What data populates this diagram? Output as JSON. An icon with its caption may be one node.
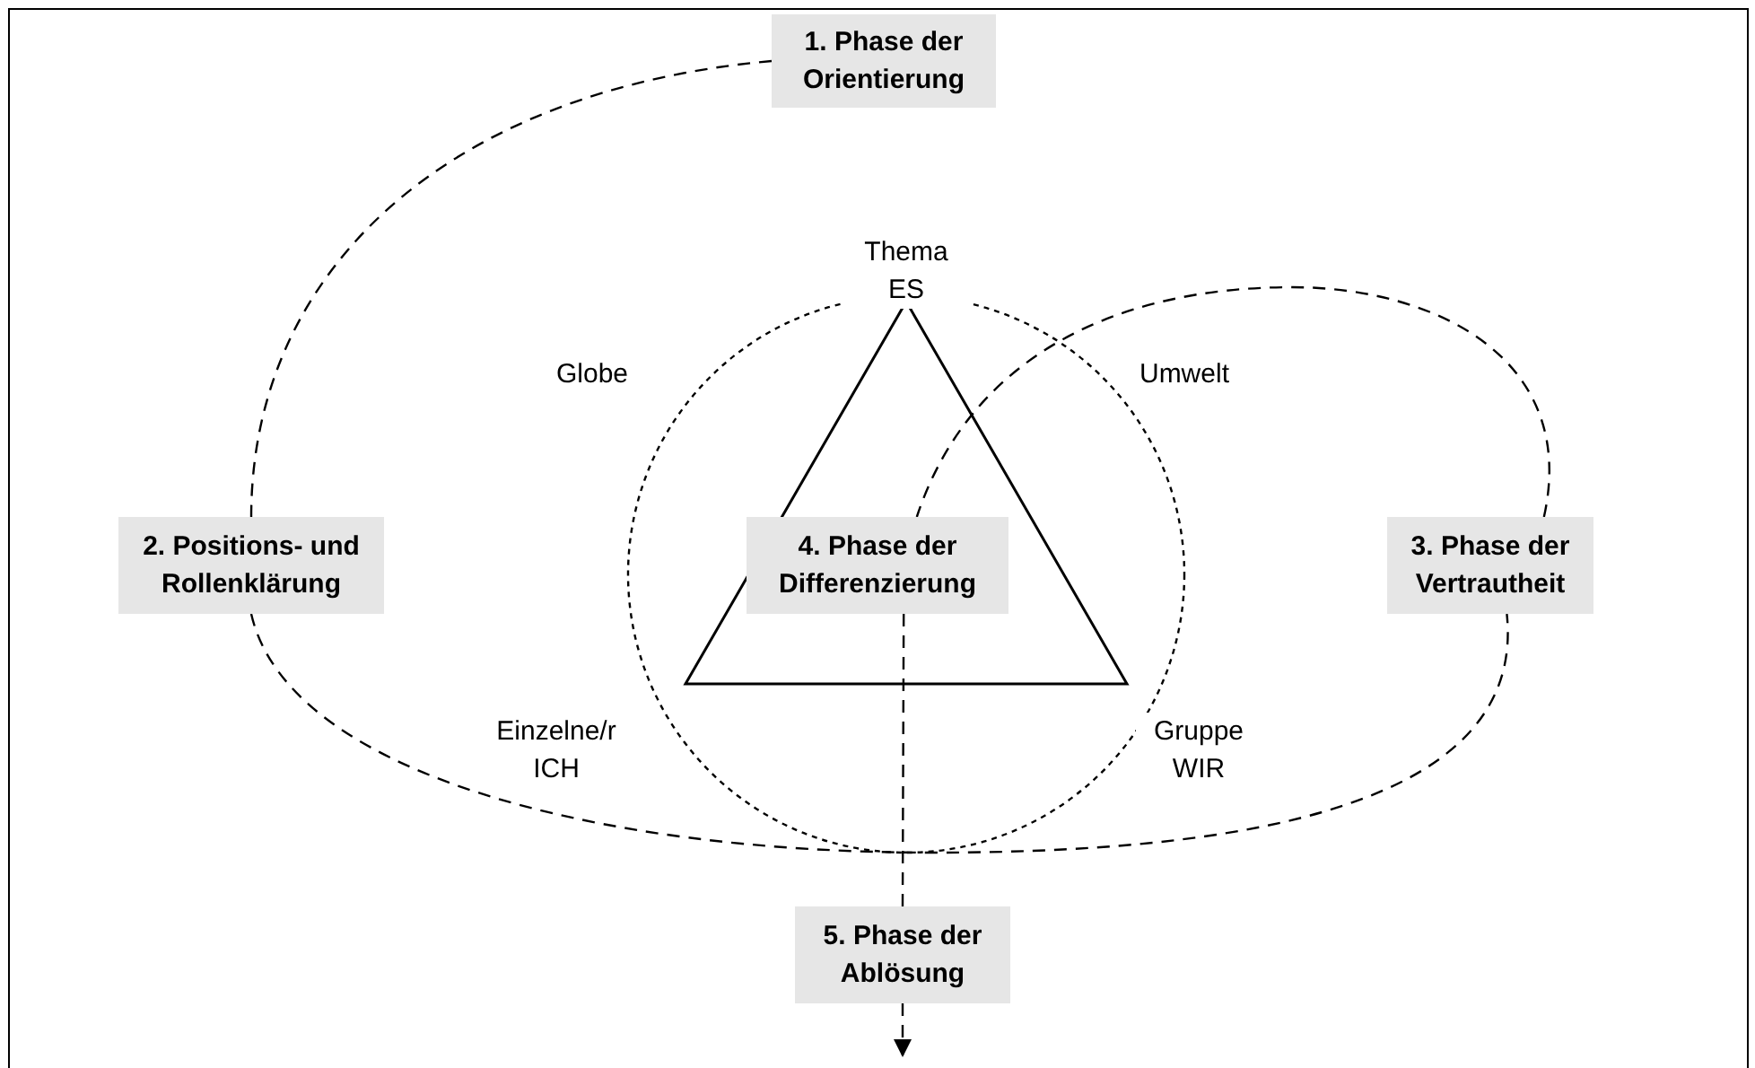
{
  "diagram": {
    "nodes": [
      {
        "text": [
          "1. Phase der Orientierung"
        ]
      },
      {
        "text": [
          "2. Positions- und Rollenklärung"
        ]
      },
      {
        "text": [
          "3. Phase der Vertrautheit"
        ]
      },
      {
        "text": [
          "4. Phase der Differenzierung"
        ]
      },
      {
        "text": [
          "5. Phase der Ablösung"
        ]
      }
    ],
    "edges": [
      {
        "from": 0,
        "to": 1,
        "arrow": "none",
        "style": "dashed"
      },
      {
        "from": 1,
        "to": 2,
        "arrow": "none",
        "style": "dashed"
      },
      {
        "from": 2,
        "to": 3,
        "arrow": "none",
        "style": "dashed"
      },
      {
        "from": 3,
        "to": 4,
        "arrow": "none",
        "style": "dashed"
      },
      {
        "from": 4,
        "to": null,
        "arrow": "to",
        "style": "dashed"
      }
    ],
    "labels": [
      "Thema ES",
      "Globe",
      "Umwelt",
      "Einzelne/r ICH",
      "Gruppe WIR"
    ]
  }
}
